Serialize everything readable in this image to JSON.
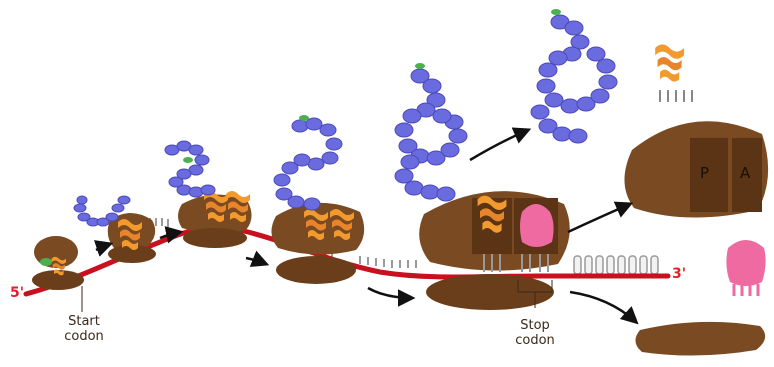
{
  "labels": {
    "five_prime": "5'",
    "three_prime": "3'",
    "start_codon_line1": "Start",
    "start_codon_line2": "codon",
    "stop_codon_line1": "Stop",
    "stop_codon_line2": "codon",
    "p_site": "P",
    "a_site": "A"
  },
  "colors": {
    "ribosome": "#7a4a22",
    "ribosome_dark": "#5a3414",
    "mrna": "#c8101e",
    "amino_acid_chain": "#6b6be0",
    "trna": "#f29a2e",
    "release_factor": "#ee6aa0",
    "label_red": "#e0222a"
  },
  "icons": {
    "chain": "amino-acid-bead-chain",
    "trna": "trna-molecule",
    "release_factor": "release-factor-molecule",
    "arrow": "curved-arrow"
  }
}
